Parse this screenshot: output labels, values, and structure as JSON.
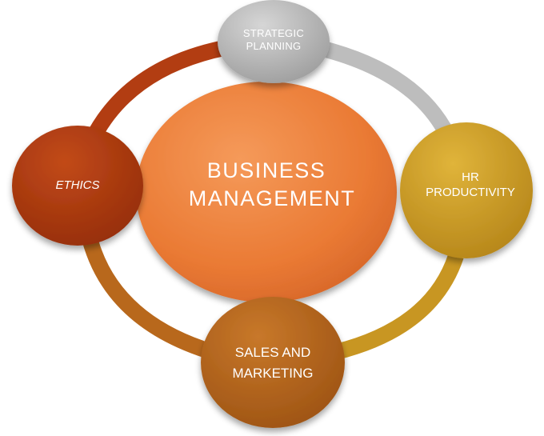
{
  "center": {
    "line1": "BUSINESS",
    "line2": "MANAGEMENT"
  },
  "nodes": {
    "strategic": {
      "line1": "STRATEGIC",
      "line2": "PLANNING",
      "color": "#b8b8b8"
    },
    "hr": {
      "line1": "HR",
      "line2": "PRODUCTIVITY",
      "color": "#c99a1f"
    },
    "sales": {
      "line1": "SALES AND",
      "line2": "MARKETING",
      "color": "#b8641a"
    },
    "ethics": {
      "line1": "ETHICS",
      "color": "#b03a10"
    }
  },
  "colors": {
    "center": "#ec7f3c",
    "ring_top_right": "#bdbdbd",
    "ring_right": "#c89622",
    "ring_left_top": "#b23d12",
    "ring_left_bottom": "#b8681c"
  }
}
